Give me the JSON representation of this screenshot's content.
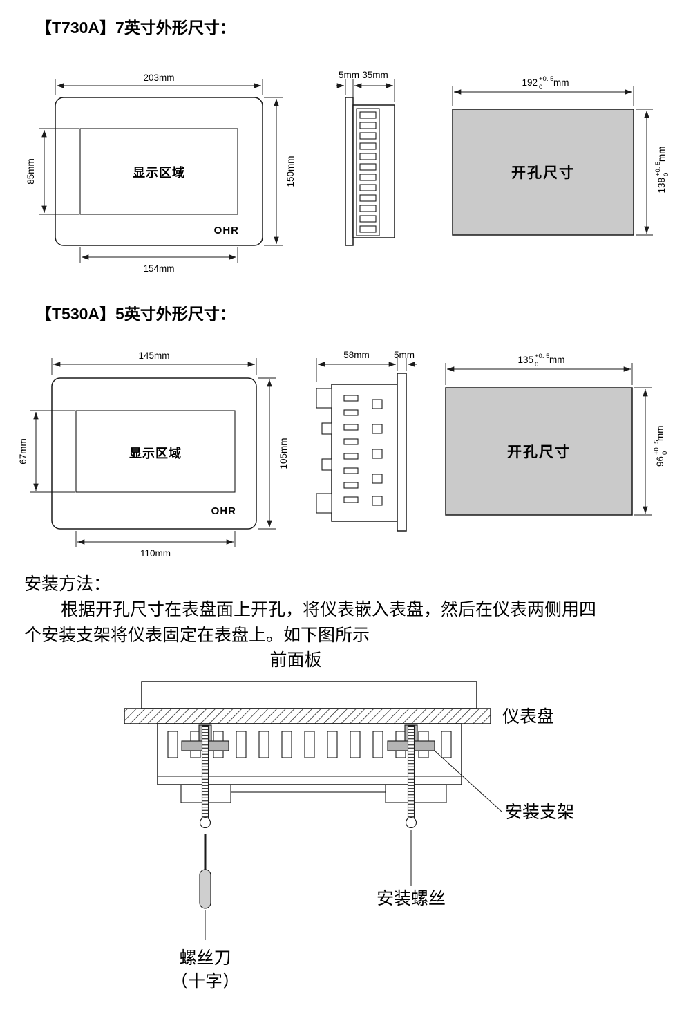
{
  "colors": {
    "line": "#1a1a1a",
    "cutout_fill": "#cacaca",
    "bracket_fill": "#b4b4b4",
    "handle_fill": "#cfcfcf",
    "background": "#ffffff"
  },
  "t730a": {
    "title": "【T730A】7英寸外形尺寸：",
    "front": {
      "display_label": "显示区域",
      "brand": "OHR",
      "dim_top": "203mm",
      "dim_display_height": "85mm",
      "dim_height": "150mm",
      "dim_display_width": "154mm"
    },
    "side": {
      "dim_flange": "5mm",
      "dim_depth": "35mm"
    },
    "cutout": {
      "label": "开孔尺寸",
      "width": {
        "value": "192",
        "tol_plus": "+0. 5",
        "tol_minus": "0",
        "unit": "mm"
      },
      "height": {
        "value": "138",
        "tol_plus": "+0. 5",
        "tol_minus": "0",
        "unit": "mm"
      }
    }
  },
  "t530a": {
    "title": "【T530A】5英寸外形尺寸：",
    "front": {
      "display_label": "显示区域",
      "brand": "OHR",
      "dim_top": "145mm",
      "dim_display_height": "67mm",
      "dim_height": "105mm",
      "dim_display_width": "110mm"
    },
    "side": {
      "dim_depth": "58mm",
      "dim_flange": "5mm"
    },
    "cutout": {
      "label": "开孔尺寸",
      "width": {
        "value": "135",
        "tol_plus": "+0. 5",
        "tol_minus": "0",
        "unit": "mm"
      },
      "height": {
        "value": "96",
        "tol_plus": "+0. 5",
        "tol_minus": "0",
        "unit": "mm"
      }
    }
  },
  "installation": {
    "heading": "安装方法：",
    "paragraph_line1": "根据开孔尺寸在表盘面上开孔，将仪表嵌入表盘，然后在仪表两侧用四",
    "paragraph_line2": "个安装支架将仪表固定在表盘上。如下图所示",
    "labels": {
      "front_panel": "前面板",
      "instrument_panel": "仪表盘",
      "mounting_bracket": "安装支架",
      "mounting_screw": "安装螺丝",
      "screwdriver_line1": "螺丝刀",
      "screwdriver_line2": "（十字）"
    }
  }
}
